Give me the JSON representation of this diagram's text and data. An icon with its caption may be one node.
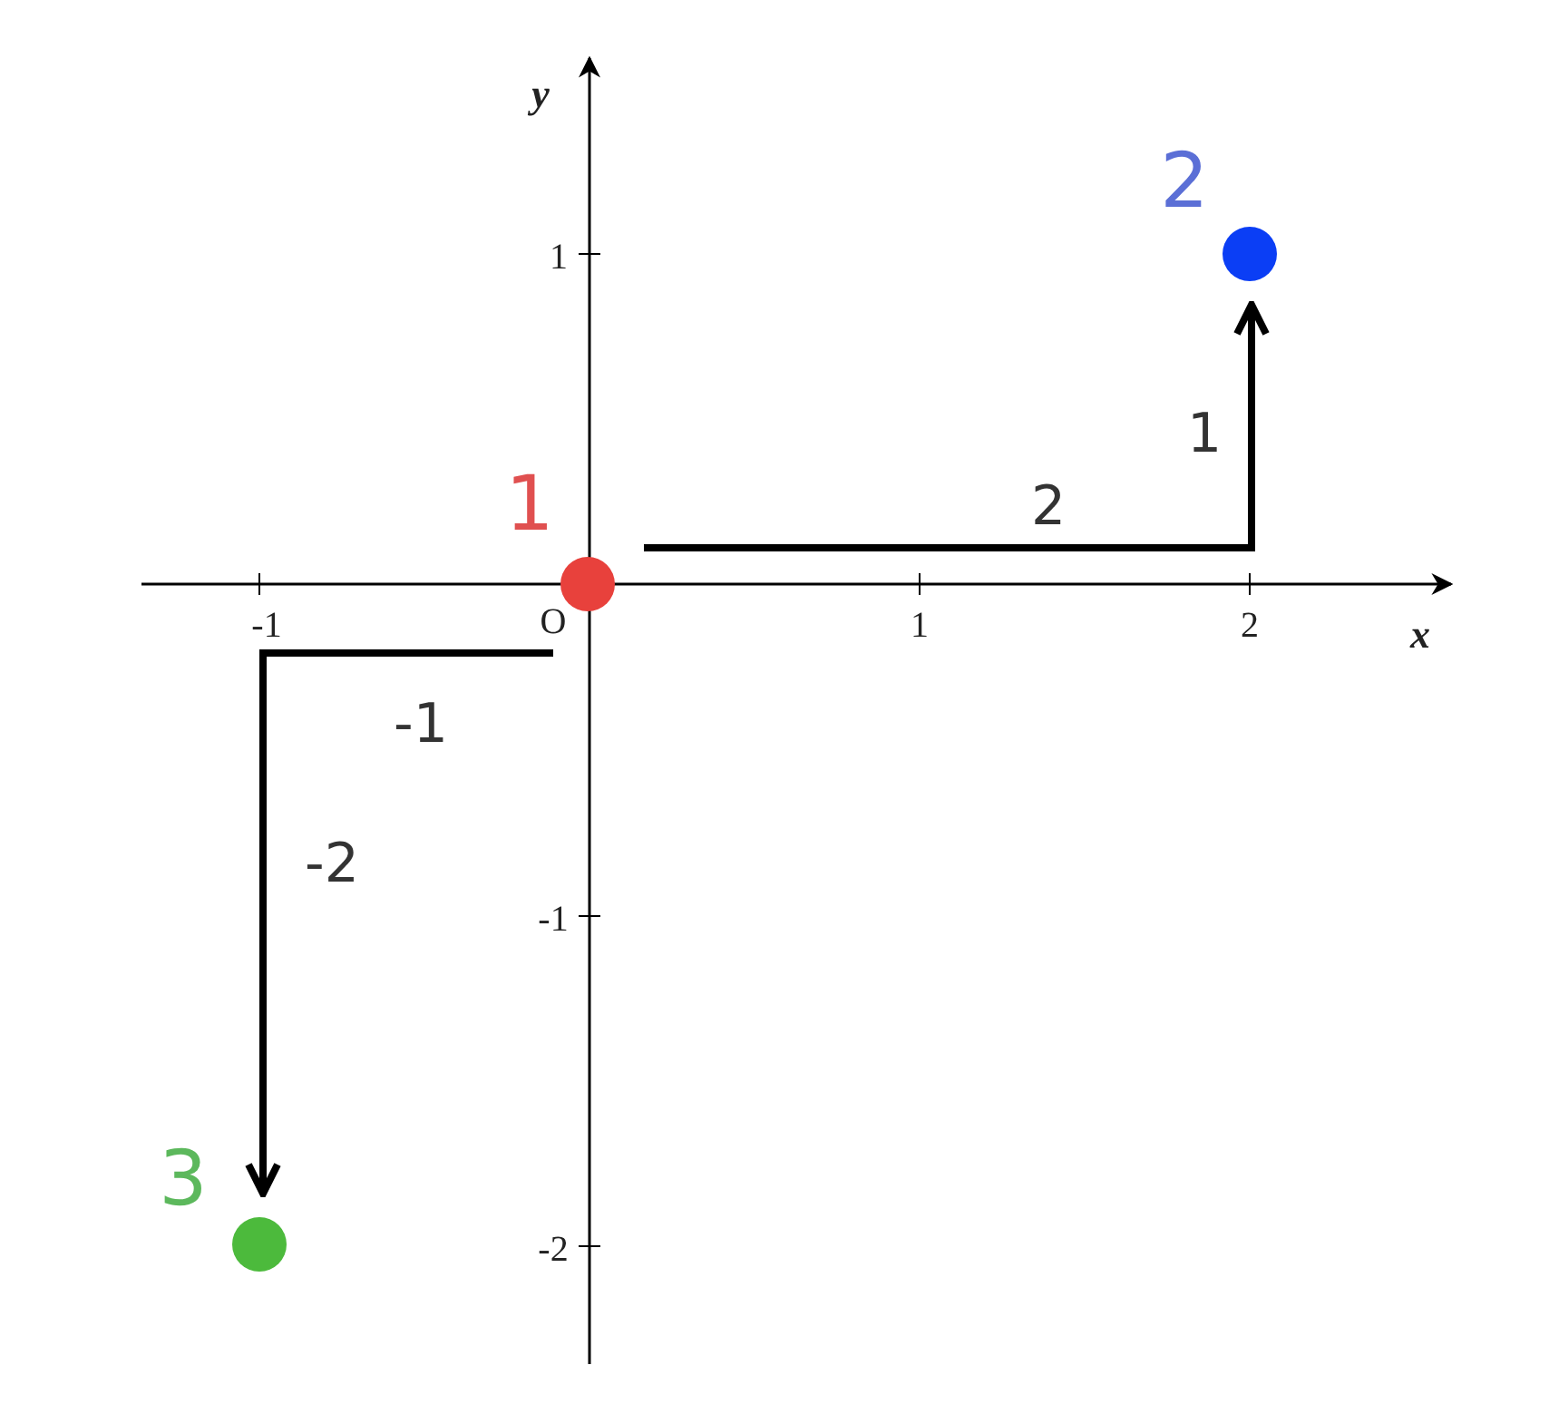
{
  "diagram": {
    "nodes": [
      {
        "text": [],
        "shape": "circle",
        "beside": [
          "1"
        ]
      },
      {
        "text": [],
        "shape": "circle",
        "beside": [
          "2"
        ]
      },
      {
        "text": [],
        "shape": "circle",
        "beside": [
          "3"
        ]
      }
    ],
    "labels": [
      "y",
      "1",
      "1",
      "2",
      "-1",
      "O",
      "1",
      "2",
      "x",
      "-1",
      "-2",
      "-1",
      "-2"
    ]
  }
}
